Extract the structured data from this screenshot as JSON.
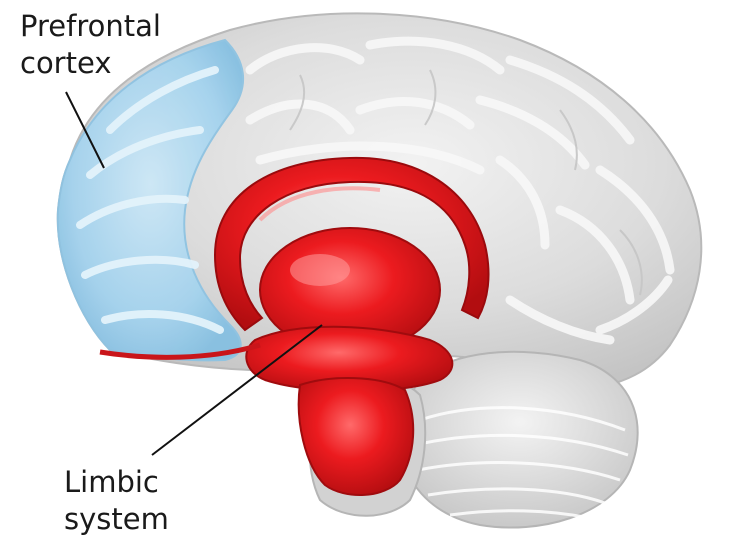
{
  "labels": {
    "prefrontal": {
      "line1": "Prefrontal",
      "line2": "cortex"
    },
    "limbic": {
      "line1": "Limbic",
      "line2": "system"
    }
  },
  "colors": {
    "prefrontal_cortex": "#9fd0ec",
    "limbic_system": "#e4171c",
    "brain_tissue": "#d9d9d9",
    "gyri_highlight": "#f7f7f7",
    "leader_line": "#111111"
  }
}
